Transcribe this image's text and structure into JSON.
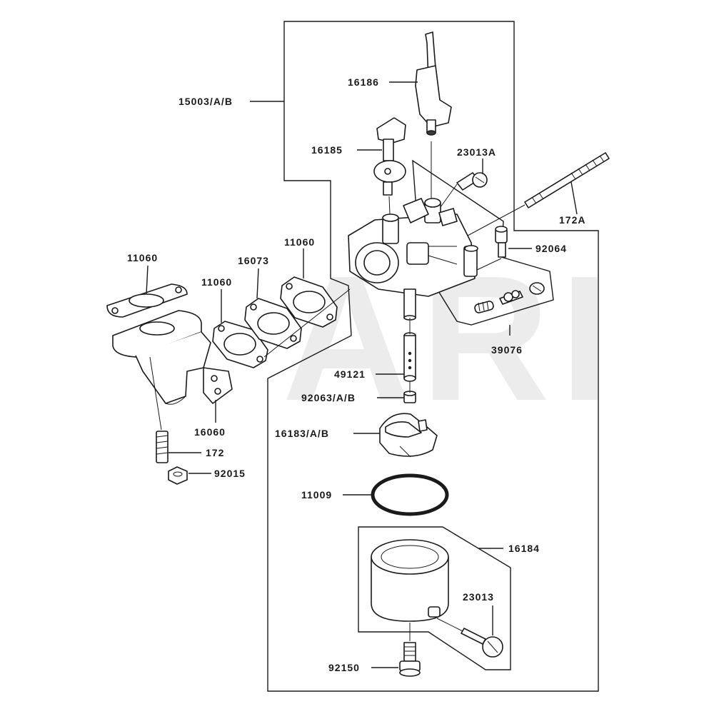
{
  "watermark": "ARI",
  "callouts": {
    "p15003": "15003/A/B",
    "p16186": "16186",
    "p16185": "16185",
    "p23013A": "23013A",
    "p172A": "172A",
    "p92064": "92064",
    "p11060_a": "11060",
    "p16073": "16073",
    "p11060_b": "11060",
    "p11060_c": "11060",
    "p39076": "39076",
    "p49121": "49121",
    "p92063": "92063/A/B",
    "p16060": "16060",
    "p16183": "16183/A/B",
    "p172": "172",
    "p92015": "92015",
    "p11009": "11009",
    "p16184": "16184",
    "p23013": "23013",
    "p92150": "92150"
  },
  "colors": {
    "ink": "#1a1a1a",
    "background": "#ffffff",
    "watermark": "#ececec"
  }
}
